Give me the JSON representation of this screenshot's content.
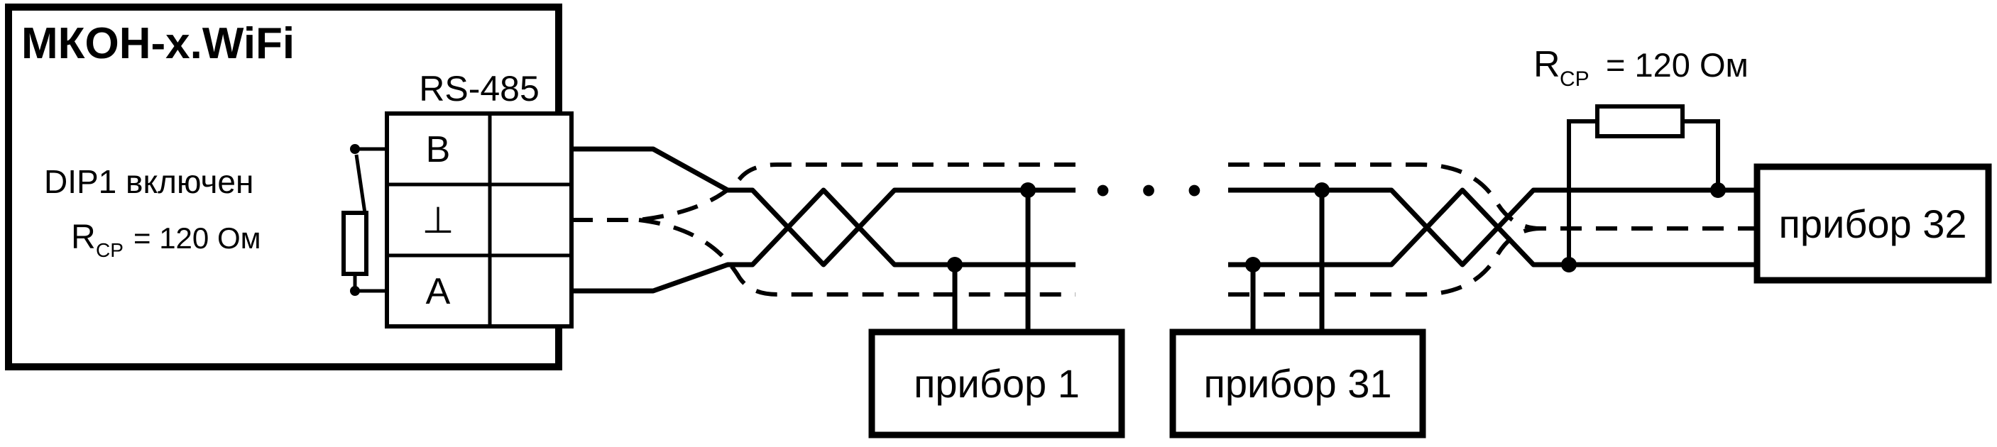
{
  "diagram": {
    "main_device": {
      "title": "МКОН-x.WiFi",
      "port_label": "RS-485",
      "dip_label": "DIP1 включен",
      "resistor": {
        "base": "R",
        "sub": "СР",
        "value": "= 120 Ом"
      }
    },
    "terminals": [
      {
        "label": "B"
      },
      {
        "label": "⊥"
      },
      {
        "label": "A"
      }
    ],
    "bus": {
      "ellipsis": "• • •"
    },
    "termination": {
      "base": "R",
      "sub": "СР",
      "value": "= 120 Ом"
    },
    "devices": [
      {
        "label": "прибор 1"
      },
      {
        "label": "прибор 31"
      },
      {
        "label": "прибор 32"
      }
    ],
    "colors": {
      "line": "#000000",
      "background": "#ffffff"
    }
  }
}
